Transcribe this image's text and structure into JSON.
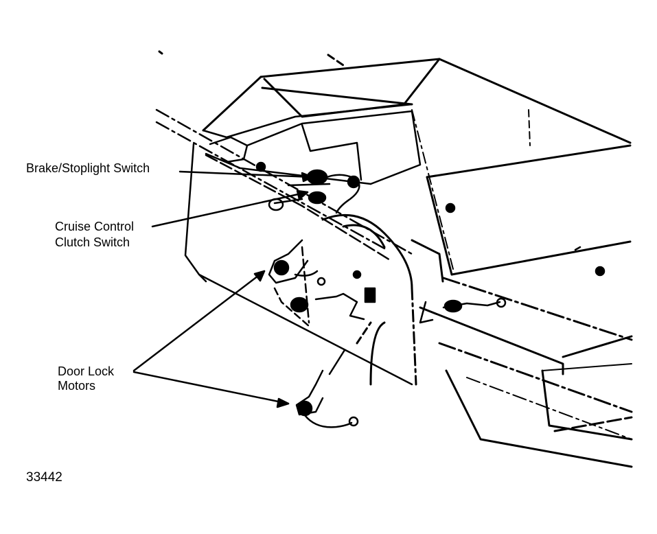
{
  "figure_number": "33442",
  "labels": {
    "brake_stoplight_switch": "Brake/Stoplight Switch",
    "cruise_control_line1": "Cruise Control",
    "cruise_control_line2": "Clutch Switch",
    "door_lock_line1": "Door Lock",
    "door_lock_line2": "Motors"
  },
  "colors": {
    "ink": "#000000",
    "paper": "#ffffff"
  }
}
